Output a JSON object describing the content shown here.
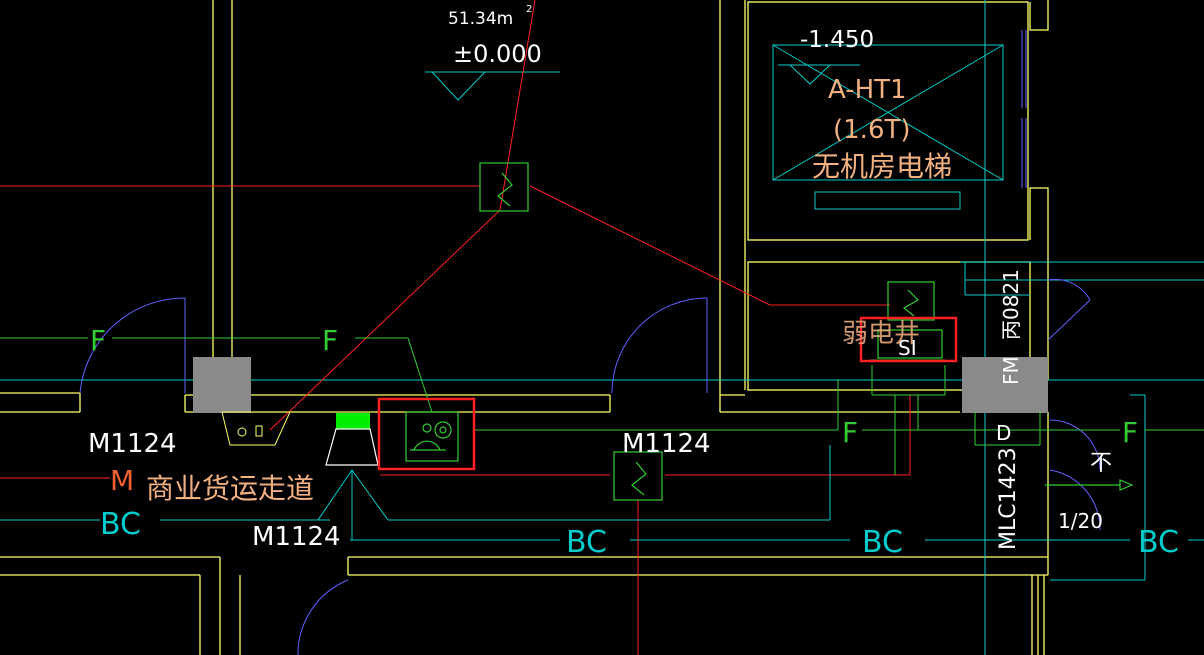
{
  "colors": {
    "background": "#000000",
    "wall": "#ffff66",
    "cyan": "#00cccc",
    "red": "#ff2020",
    "green": "#33cc33",
    "white": "#ffffff",
    "label_orange": "#f0b080",
    "column_fill": "#8a8a8a",
    "blue_line": "#5050ff",
    "highlight": "#ff2020"
  },
  "elevation": {
    "height": "51.34m",
    "level": "±0.000",
    "note": "2"
  },
  "elevator": {
    "level": "-1.450",
    "id": "A-HT1",
    "capacity": "(1.6T)",
    "type": "无机房电梯"
  },
  "weak_room": {
    "label": "弱电井"
  },
  "device_label": "SI",
  "fire_door": {
    "fm": "FM",
    "code": "丙0821"
  },
  "door_tags": {
    "left": "M1124",
    "bottom": "M1124",
    "mid": "M1124"
  },
  "corridor": {
    "mark": "M",
    "name": "商业货运走道"
  },
  "line_labels": {
    "f": "F",
    "bc": "BC"
  },
  "side_labels": {
    "mlc": "MLC1423",
    "d": "D",
    "slope": "1/20",
    "arrow_char": "不"
  }
}
